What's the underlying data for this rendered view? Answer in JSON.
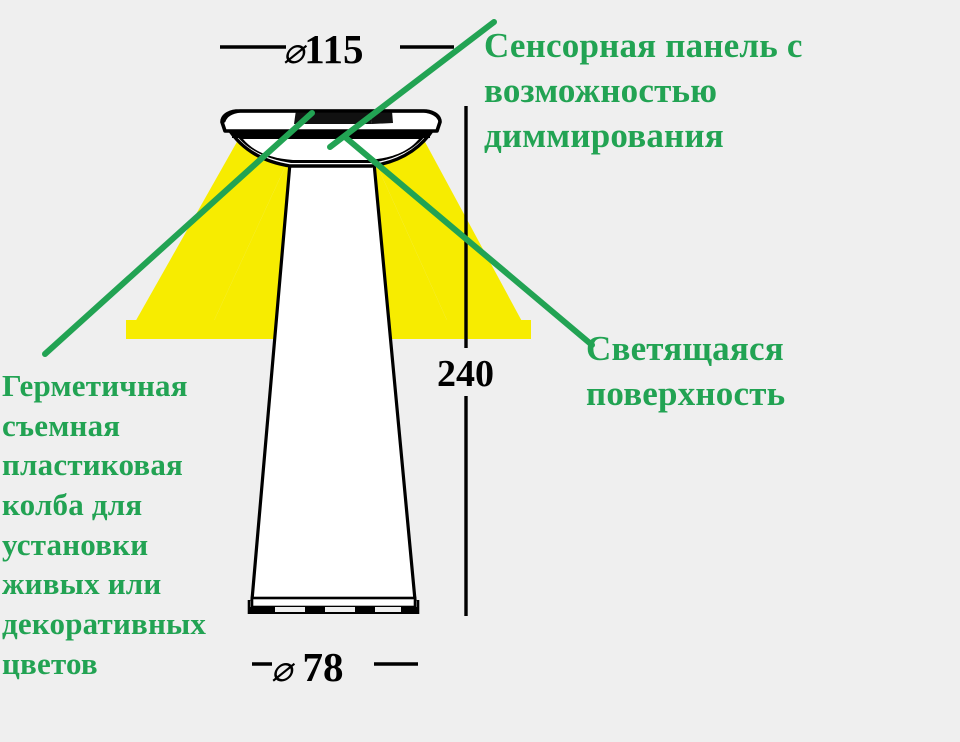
{
  "product_diagram": {
    "background_color": "#efefef",
    "accent_color": "#22a353",
    "glow_color": "#f7ec00",
    "outline_color": "#000000",
    "dimensions": {
      "top_diameter": {
        "symbol": "⌀",
        "value": "115",
        "full": "⌀115"
      },
      "bottom_diameter": {
        "symbol": "⌀",
        "value": "78",
        "full": "⌀ 78"
      },
      "height": {
        "value": "240"
      }
    },
    "callouts": {
      "touch_panel": "Сенсорная панель с возможностью диммирования",
      "glow_surface": "Светящаяся поверхность",
      "flask": "Герметичная съемная пластиковая колба для установки живых или декоративных цветов"
    }
  }
}
